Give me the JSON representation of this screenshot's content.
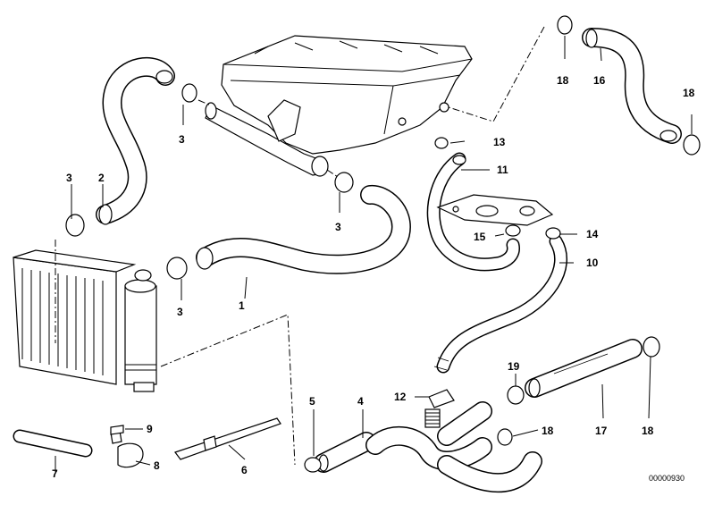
{
  "callouts": {
    "p1": "1",
    "p2": "2",
    "p3a": "3",
    "p3b": "3",
    "p3c": "3",
    "p3d": "3",
    "p4": "4",
    "p5": "5",
    "p6": "6",
    "p7": "7",
    "p8": "8",
    "p9": "9",
    "p10": "10",
    "p11": "11",
    "p12": "12",
    "p13": "13",
    "p14": "14",
    "p15": "15",
    "p16": "16",
    "p17": "17",
    "p18a": "18",
    "p18b": "18",
    "p18c": "18",
    "p18d": "18",
    "p19": "19"
  },
  "reference_number": "00000930"
}
